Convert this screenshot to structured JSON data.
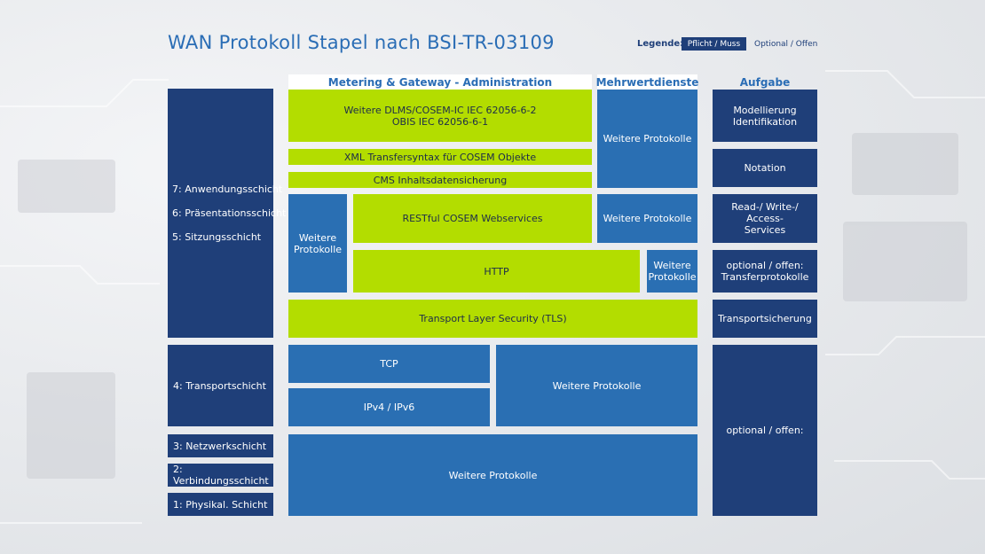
{
  "title": "WAN Protokoll Stapel nach BSI-TR-03109",
  "legend": {
    "label": "Legende:",
    "mandatory": "Pflicht / Muss",
    "optional": "Optional / Offen"
  },
  "headers": {
    "metering": "Metering & Gateway - Administration",
    "value_added": "Mehrwertdienste",
    "task": "Aufgabe"
  },
  "layers": {
    "l7": "7: Anwendungsschicht",
    "l6": "6: Präsentationsschicht",
    "l5": "5: Sitzungsschicht",
    "l4": "4: Transportschicht",
    "l3": "3: Netzwerkschicht",
    "l2": "2: Verbindungsschicht",
    "l1": "1: Physikal. Schicht"
  },
  "protocols": {
    "dlms_line1": "Weitere DLMS/COSEM-IC IEC 62056-6-2",
    "dlms_line2": "OBIS IEC 62056-6-1",
    "xml": "XML Transfersyntax für COSEM Objekte",
    "cms": "CMS Inhaltsdatensicherung",
    "restful": "RESTful COSEM Webservices",
    "http": "HTTP",
    "tls": "Transport Layer Security (TLS)",
    "tcp": "TCP",
    "ip": "IPv4 / IPv6",
    "further": "Weitere Protokolle",
    "further_line1": "Weitere",
    "further_line2": "Protokolle"
  },
  "tasks": {
    "model_line1": "Modellierung",
    "model_line2": "Identifikation",
    "notation": "Notation",
    "rw_line1": "Read-/ Write-/ Access-",
    "rw_line2": "Services",
    "opt_transfer_line1": "optional / offen:",
    "opt_transfer_line2": "Transferprotokolle",
    "transport_security": "Transportsicherung",
    "opt_open": "optional / offen:"
  },
  "colors": {
    "mandatory": "#1f3f79",
    "optional": "#2a6fb3",
    "metering": "#b3dd00",
    "title": "#2a6db5"
  }
}
